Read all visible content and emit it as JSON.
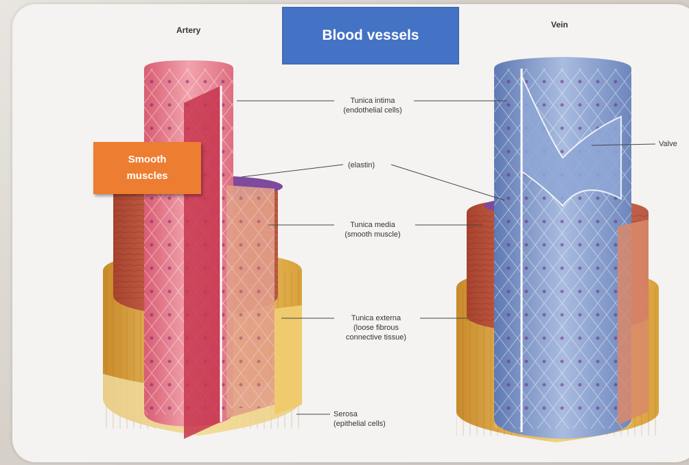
{
  "title": "Blood vessels",
  "callout": {
    "line1": "Smooth",
    "line2": "muscles"
  },
  "columns": {
    "left": "Artery",
    "right": "Vein"
  },
  "labels": {
    "tunica_intima": {
      "line1": "Tunica intima",
      "line2": "(endothelial cells)"
    },
    "elastin": "(elastin)",
    "tunica_media": {
      "line1": "Tunica media",
      "line2": "(smooth muscle)"
    },
    "tunica_externa": {
      "line1": "Tunica externa",
      "line2": "(loose fibrous",
      "line3": "connective tissue)"
    },
    "serosa": {
      "line1": "Serosa",
      "line2": "(epithelial cells)"
    },
    "valve": "Valve"
  },
  "colors": {
    "title_box": "#4472c4",
    "callout": "#ed7d31",
    "intima_artery": "#e8798c",
    "intima_vein": "#7e95c7",
    "media": "#c8553e",
    "externa": "#e9b94c",
    "elastin": "#7d4a9c"
  }
}
